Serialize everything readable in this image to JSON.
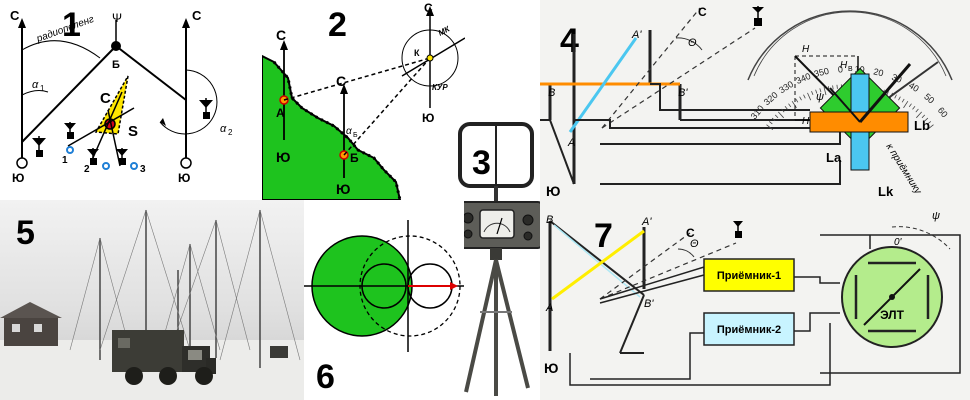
{
  "panels": [
    {
      "number": "1"
    },
    {
      "number": "2"
    },
    {
      "number": "3"
    },
    {
      "number": "4"
    },
    {
      "number": "5"
    },
    {
      "number": "6"
    },
    {
      "number": "7"
    }
  ],
  "p1": {
    "north": "С",
    "south": "Ю",
    "bearing_label": "радиопеленг",
    "alpha1": "α",
    "alpha1_sub": "1",
    "alpha2": "α",
    "alpha2_sub": "2",
    "point_b": "Б",
    "point_c": "C",
    "point_s": "S",
    "station1": "1",
    "station2": "2",
    "station3": "3",
    "triangle_color": "#ffe600",
    "marker_color": "#1f7fd6"
  },
  "p2": {
    "north": "С",
    "south": "Ю",
    "point_a": "А",
    "point_b": "Б",
    "angle_label": "α",
    "angle_sub": "Б",
    "mk": "МК",
    "kur": "КУР",
    "compass_k": "К",
    "land_color": "#1ec31e"
  },
  "p4": {
    "north": "С",
    "south": "Ю",
    "theta": "Θ",
    "psi": "ψ",
    "b": "B",
    "b_prime": "B'",
    "a": "A",
    "a_prime": "A'",
    "h": "H",
    "hb": "H",
    "hb_sub": "B",
    "ha": "H",
    "ha_sub": "A",
    "la": "La",
    "lb": "Lb",
    "lk": "Lk",
    "receiver": "к приёмнику",
    "scale": [
      "310",
      "320",
      "330",
      "340",
      "350",
      "0",
      "10",
      "20",
      "30",
      "40",
      "50",
      "60"
    ],
    "scale_zero": "0",
    "blue_color": "#4bc7f0",
    "orange_color": "#ff8c00",
    "green_color": "#2ecc2e"
  },
  "p6": {
    "green_color": "#1ec31e",
    "arrow_color": "#dd0000"
  },
  "p7": {
    "north": "С",
    "south": "Ю",
    "theta": "Θ",
    "psi": "ψ",
    "b": "B",
    "b_prime": "B'",
    "a": "A",
    "a_prime": "A'",
    "zero": "0'",
    "receiver1": "Приёмник-1",
    "receiver2": "Приёмник-2",
    "crt": "ЭЛТ",
    "receiver1_color": "#ffff00",
    "receiver2_color": "#c8f4ff",
    "crt_color": "#b4ec8c",
    "yellow_color": "#ffee00",
    "light_blue_color": "#aee8f4"
  }
}
